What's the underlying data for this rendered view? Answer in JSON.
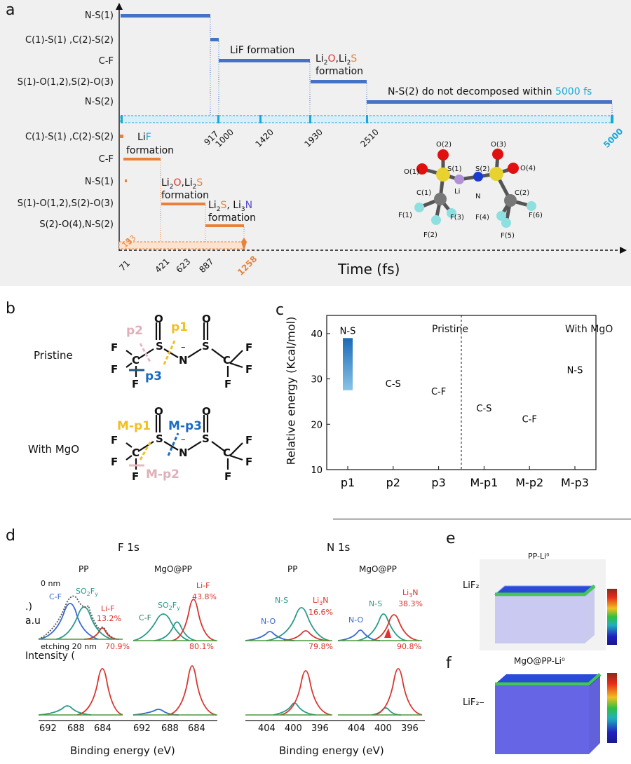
{
  "labels": {
    "a": "a",
    "b": "b",
    "c": "c",
    "d": "d",
    "e": "e",
    "f": "f"
  },
  "colors": {
    "blue": "#4472c4",
    "orange": "#e8823a",
    "cyan": "#18a8d8",
    "red": "#d8342c",
    "li": "#9a70c0",
    "n": "#1a3bd0",
    "s": "#e8d230",
    "o": "#e01010",
    "c": "#777777",
    "fl": "#8ee0e0"
  },
  "panel_a": {
    "top_rows": [
      "N-S(1)",
      "C(1)-S(1) ,C(2)-S(2)",
      "C-F",
      "S(1)-O(1,2),S(2)-O(3)",
      "N-S(2)"
    ],
    "bottom_rows": [
      "C(1)-S(1) ,C(2)-S(2)",
      "C-F",
      "N-S(1)",
      "S(1)-O(1,2),S(2)-O(3)",
      "S(2)-O(4),N-S(2)"
    ],
    "top_ticks": [
      "917",
      "1000",
      "1420",
      "1930",
      "2510"
    ],
    "top_end": "5000",
    "bottom_ticks": [
      "71",
      "421",
      "623",
      "887"
    ],
    "bottom_end": "1258",
    "small_ticks": [
      "13",
      "33"
    ],
    "xlabel": "Time (fs)",
    "ann": {
      "lif": "LiF formation",
      "li2o_li2s_top": "Li2O,Li2S",
      "formation": "formation",
      "ns2": "N-S(2) do not decomposed within ",
      "ns2_fs": "5000 fs",
      "lif_b": "LiF",
      "li2o_li2s_b": "Li2O,Li2S",
      "li2s_li3n": "Li2S, Li3N"
    },
    "molecule": {
      "o2": "O(2)",
      "o3": "O(3)",
      "o1": "O(1)",
      "o4": "O(4)",
      "s1": "S(1)",
      "s2": "S(2)",
      "li": "Li",
      "n": "N",
      "c1": "C(1)",
      "c2": "C(2)",
      "f1": "F(1)",
      "f2": "F(2)",
      "f3": "F(3)",
      "f4": "F(4)",
      "f5": "F(5)",
      "f6": "F(6)"
    }
  },
  "panel_b": {
    "pristine": "Pristine",
    "with_mgo": "With MgO",
    "atoms": {
      "o": "O",
      "s": "S",
      "n": "N",
      "c": "C",
      "f": "F"
    },
    "cuts_pristine": [
      "p1",
      "p2",
      "p3"
    ],
    "cuts_mgo": [
      "M-p1",
      "M-p2",
      "M-p3"
    ]
  },
  "panel_c": {
    "ylabel": "Relative energy (Kcal/mol)",
    "pristine": "Pristine",
    "with_mgo": "With MgO",
    "chart_data": {
      "type": "scatter",
      "categories": [
        "p1",
        "p2",
        "p3",
        "M-p1",
        "M-p2",
        "M-p3"
      ],
      "ylim": [
        10,
        44
      ],
      "yticks": [
        10,
        20,
        30,
        40
      ],
      "points": [
        {
          "cat": "p1",
          "label": "N-S",
          "y": 39.0,
          "ymin": 27.5
        },
        {
          "cat": "p2",
          "label": "C-S",
          "y": 29.0
        },
        {
          "cat": "p3",
          "label": "C-F",
          "y": 27.3
        },
        {
          "cat": "M-p1",
          "label": "C-S",
          "y": 23.6
        },
        {
          "cat": "M-p2",
          "label": "C-F",
          "y": 21.2
        },
        {
          "cat": "M-p3",
          "label": "N-S",
          "y": 32.0
        }
      ]
    }
  },
  "panel_d": {
    "f1s": "F 1s",
    "n1s": "N 1s",
    "pp": "PP",
    "mgo_pp": "MgO@PP",
    "depth0": "0 nm",
    "depth20": "etching 20 nm",
    "ylabel_parts": [
      ".)",
      "a.u",
      "Intensity ("
    ],
    "xlabel": "Binding energy (eV)",
    "f_ticks": [
      "692",
      "688",
      "684"
    ],
    "n_ticks": [
      "404",
      "400",
      "396"
    ],
    "peaks": {
      "cf": "C-F",
      "so2fy": "SO2Fy",
      "lif": "Li-F",
      "no": "N-O",
      "ns": "N-S",
      "li3n": "Li3N"
    },
    "pct": {
      "pp_lif_0": "13.2%",
      "mgo_lif_0": "43.8%",
      "pp_lif_20": "70.9%",
      "mgo_lif_20": "80.1%",
      "pp_li3n_0": "16.6%",
      "mgo_li3n_0": "38.3%",
      "pp_li3n_20": "79.8%",
      "mgo_li3n_20": "90.8%"
    }
  },
  "panel_e": {
    "title": "PP-Li⁰",
    "lif2": "LiF₂—"
  },
  "panel_f": {
    "title": "MgO@PP-Li⁰",
    "lif2": "LiF₂—"
  }
}
